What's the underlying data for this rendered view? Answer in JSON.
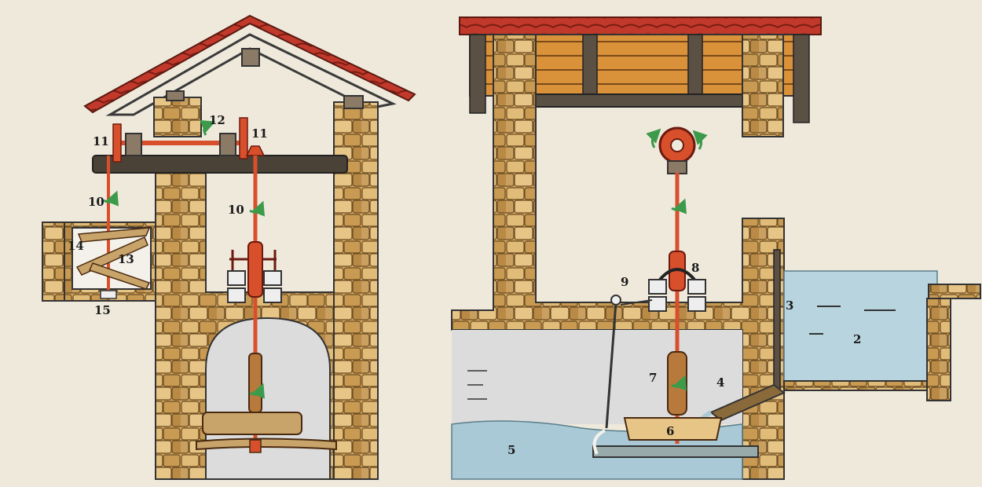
{
  "diagram": {
    "colors": {
      "background": "#efe9dc",
      "roof_tile": "#c0392b",
      "stone": "#d9b06a",
      "stone_dark": "#8a6a3a",
      "water": "#a9c9d6",
      "shaft": "#d8502b",
      "wood": "#4a4236",
      "millstone": "#c8a46a",
      "arrow": "#3c9a4a"
    },
    "left_labels": {
      "l10a": "10",
      "l10b": "10",
      "l11a": "11",
      "l11b": "11",
      "l12": "12",
      "l13": "13",
      "l14": "14",
      "l15": "15"
    },
    "right_labels": {
      "r2": "2",
      "r3": "3",
      "r4": "4",
      "r5": "5",
      "r6": "6",
      "r7": "7",
      "r8": "8",
      "r9": "9"
    }
  }
}
